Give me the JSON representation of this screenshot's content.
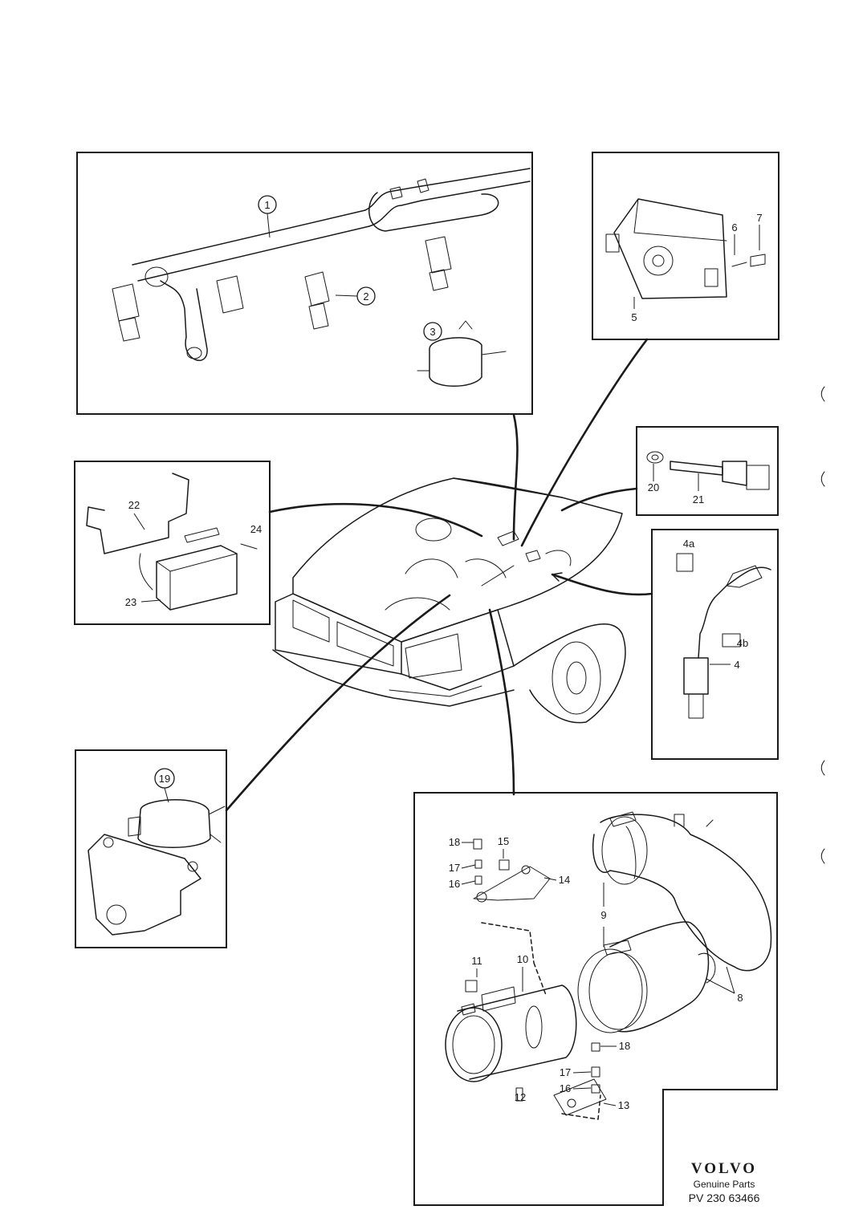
{
  "callouts": {
    "c1": "1",
    "c2": "2",
    "c3": "3",
    "c4": "4",
    "c4a": "4a",
    "c4b": "4b",
    "c5": "5",
    "c6": "6",
    "c7": "7",
    "c8": "8",
    "c9": "9",
    "c10": "10",
    "c11": "11",
    "c12": "12",
    "c13": "13",
    "c14": "14",
    "c15": "15",
    "c16a": "16",
    "c17a": "17",
    "c18a": "18",
    "c16b": "16",
    "c17b": "17",
    "c18b": "18",
    "c19": "19",
    "c20": "20",
    "c21": "21",
    "c22": "22",
    "c23": "23",
    "c24": "24"
  },
  "brand": {
    "name": "VOLVO",
    "tagline": "Genuine Parts",
    "code": "PV 230 63466"
  },
  "colors": {
    "ink": "#1a1a1a",
    "paper": "#ffffff"
  }
}
